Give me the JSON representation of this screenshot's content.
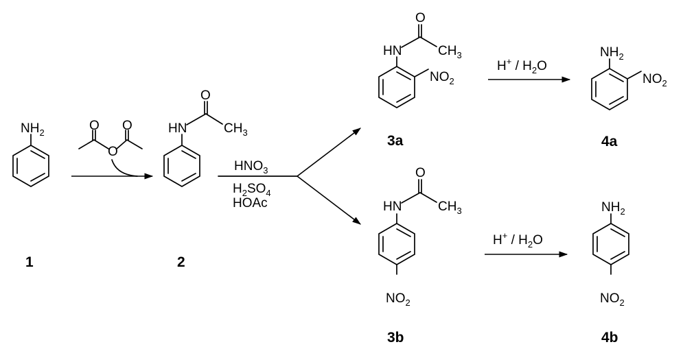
{
  "compounds": {
    "c1": {
      "label": "1",
      "group": "NH",
      "sub": "2"
    },
    "c2": {
      "label": "2",
      "hn": "HN",
      "me": "CH",
      "me_sub": "3",
      "o": "O"
    },
    "c3a": {
      "label": "3a",
      "hn": "HN",
      "me": "CH",
      "me_sub": "3",
      "o": "O",
      "nitro": "NO",
      "nitro_sub": "2"
    },
    "c3b": {
      "label": "3b",
      "hn": "HN",
      "me": "CH",
      "me_sub": "3",
      "o": "O",
      "nitro": "NO",
      "nitro_sub": "2"
    },
    "c4a": {
      "label": "4a",
      "amine": "NH",
      "amine_sub": "2",
      "nitro": "NO",
      "nitro_sub": "2"
    },
    "c4b": {
      "label": "4b",
      "amine": "NH",
      "amine_sub": "2",
      "nitro": "NO",
      "nitro_sub": "2"
    }
  },
  "reagents": {
    "anhydride": {
      "o_left": "O",
      "o_right": "O",
      "o_bridge": "O"
    },
    "nitration": {
      "l1": "HNO",
      "l1_sub": "3",
      "l2a": "H",
      "l2_sub1": "2",
      "l2b": "SO",
      "l2_sub2": "4",
      "l3": "HOAc"
    },
    "hydrolysis_a": {
      "h": "H",
      "plus": "+",
      "rest": " / H",
      "sub": "2",
      "o": "O"
    },
    "hydrolysis_b": {
      "h": "H",
      "plus": "+",
      "rest": " / H",
      "sub": "2",
      "o": "O"
    }
  }
}
